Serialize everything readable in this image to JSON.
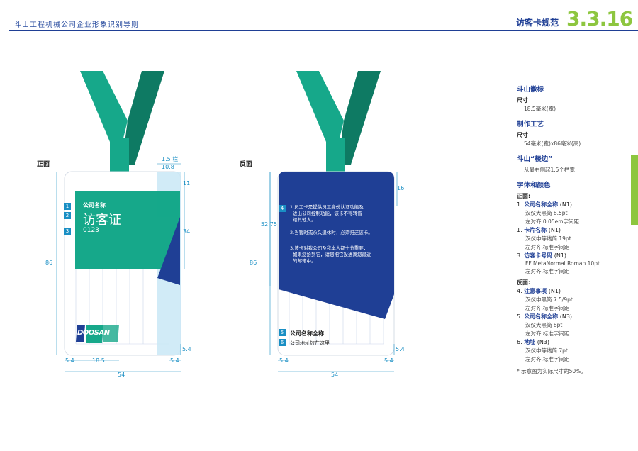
{
  "header": {
    "doc_title": "斗山工程机械公司企业形象识别导则",
    "section_title": "访客卡规范",
    "section_number": "3.3.16"
  },
  "colors": {
    "brand_blue": "#1f3f95",
    "teal": "#16a88a",
    "dark_teal": "#0e7a63",
    "green_accent": "#8dc63f",
    "dim_blue": "#1a8fc4"
  },
  "front": {
    "label": "正面",
    "company_name": "公司名称",
    "card_name": "访客证",
    "card_number": "0123",
    "logo_text": "DOOSAN",
    "markers": [
      "1",
      "2",
      "3"
    ],
    "dims": {
      "top_width": "1.5 栏",
      "top_width_mm": "10.8",
      "right_top": "11",
      "right_mid": "34",
      "left_height": "86",
      "bottom_right": "5.4",
      "bottom_left": "5.4",
      "bottom_logo": "18.5",
      "bottom_edge": "5.4",
      "total_width": "54"
    }
  },
  "back": {
    "label": "反面",
    "notes": [
      "1.员工卡是提供员工身份认证功能及",
      "进出公司控制功能，该卡不得转借",
      "给其他人。",
      "2.当暂时或永久退休时，必须归还该卡。",
      "3.该卡对我公司及我本人都十分重要，",
      "如果您拾到它，请您把它投进离您最近",
      "的邮箱中。"
    ],
    "company_full_name": "公司名称全称",
    "address": "公司地址放在这里",
    "markers": [
      "4",
      "5",
      "6"
    ],
    "dims": {
      "right_top": "16",
      "left_mid": "52.75",
      "left_height": "86",
      "bottom_right": "5.4",
      "bottom_left": "5.4",
      "bottom_edge": "5.4",
      "total_width": "54"
    }
  },
  "spec": {
    "logo_title": "斗山徽标",
    "logo_size_label": "尺寸",
    "logo_size_value": "18.5毫米(宽)",
    "process_title": "制作工艺",
    "process_size_label": "尺寸",
    "process_size_value": "54毫米(宽)x86毫米(高)",
    "edge_title": "斗山“棱边”",
    "edge_value": "从最右侧起1.5个栏宽",
    "font_title": "字体和颜色",
    "front_label": "正面:",
    "items_front": [
      {
        "num": "1.",
        "name": "公司名称全称",
        "code": "(N1)",
        "lines": [
          "汉仪大黑简  8.5pt",
          "左对齐,0.05em字间距"
        ]
      },
      {
        "num": "1.",
        "name": "卡片名称",
        "code": "(N1)",
        "lines": [
          "汉仪中等线简  19pt",
          "左对齐,标准字间距"
        ]
      },
      {
        "num": "3.",
        "name": "访客卡号码",
        "code": "(N1)",
        "lines": [
          "FF MetaNormal Roman  10pt",
          "左对齐,标准字间距"
        ]
      }
    ],
    "back_label": "反面:",
    "items_back": [
      {
        "num": "4.",
        "name": "注意事项",
        "code": "(N1)",
        "lines": [
          "汉仪中黑简  7.5/9pt",
          "左对齐,标准字间距"
        ]
      },
      {
        "num": "5.",
        "name": "公司名称全称",
        "code": "(N3)",
        "lines": [
          "汉仪大黑简  8pt",
          "左对齐,标准字间距"
        ]
      },
      {
        "num": "6.",
        "name": "地址",
        "code": "(N3)",
        "lines": [
          "汉仪中等线简  7pt",
          "左对齐,标准字间距"
        ]
      }
    ],
    "footnote": "*  示意图为实际尺寸的50%。"
  }
}
